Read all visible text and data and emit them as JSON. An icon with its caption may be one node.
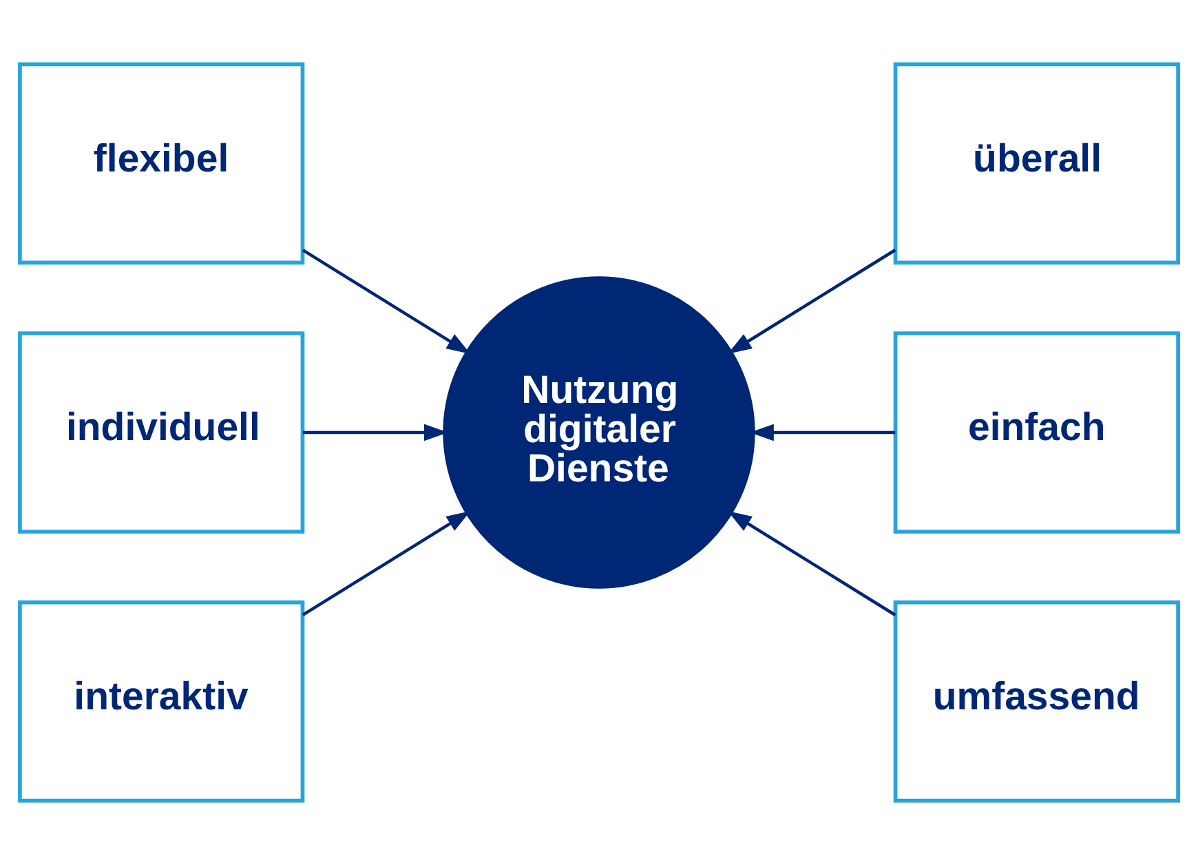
{
  "diagram": {
    "nodes": [
      {
        "text": [
          "flexibel"
        ]
      },
      {
        "text": [
          "überall"
        ]
      },
      {
        "text": [
          "individuell"
        ]
      },
      {
        "text": [
          "Nutzung digitaler Dienste"
        ]
      },
      {
        "text": [
          "einfach"
        ]
      },
      {
        "text": [
          "interaktiv"
        ]
      },
      {
        "text": [
          "umfassend"
        ]
      }
    ],
    "edges": [
      {
        "from": 0,
        "to": 3,
        "arrow": "to"
      },
      {
        "from": 1,
        "to": 3,
        "arrow": "to"
      },
      {
        "from": 2,
        "to": 3,
        "arrow": "to"
      },
      {
        "from": 4,
        "to": 3,
        "arrow": "to"
      },
      {
        "from": 5,
        "to": 3,
        "arrow": "to"
      },
      {
        "from": 6,
        "to": 3,
        "arrow": "to"
      }
    ]
  }
}
